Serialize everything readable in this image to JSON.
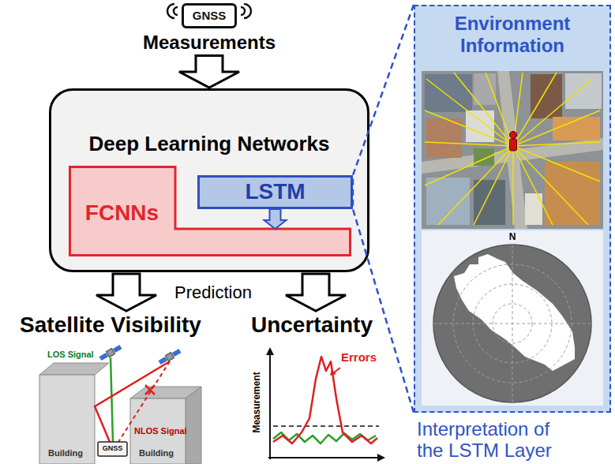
{
  "diagram": {
    "nodes": [
      {
        "text": [
          "GNSS",
          "Measurements"
        ]
      },
      {
        "text": [
          "Deep Learning Networks"
        ]
      },
      {
        "text": [
          "FCNNs"
        ],
        "in": 1
      },
      {
        "text": [
          "LSTM"
        ],
        "in": 1
      },
      {
        "text": [
          "Environment Information",
          "Interpretation of the LSTM Layer"
        ]
      },
      {
        "text": [
          "Satellite Visibility"
        ]
      },
      {
        "text": [
          "Uncertainty"
        ]
      }
    ],
    "edges": [
      {
        "from": 0,
        "to": 1,
        "arrow": "to"
      },
      {
        "from": 3,
        "to": 2,
        "arrow": "to"
      },
      {
        "from": 1,
        "to": 5,
        "arrow": "to"
      },
      {
        "from": 1,
        "to": 6,
        "arrow": "to"
      },
      {
        "from": 3,
        "to": 4,
        "arrow": "none"
      }
    ],
    "labels": [
      "Prediction",
      "LOS Signal",
      "NLOS Signal",
      "Building",
      "GNSS",
      "Building",
      "Errors",
      "Measurement",
      "N"
    ]
  }
}
